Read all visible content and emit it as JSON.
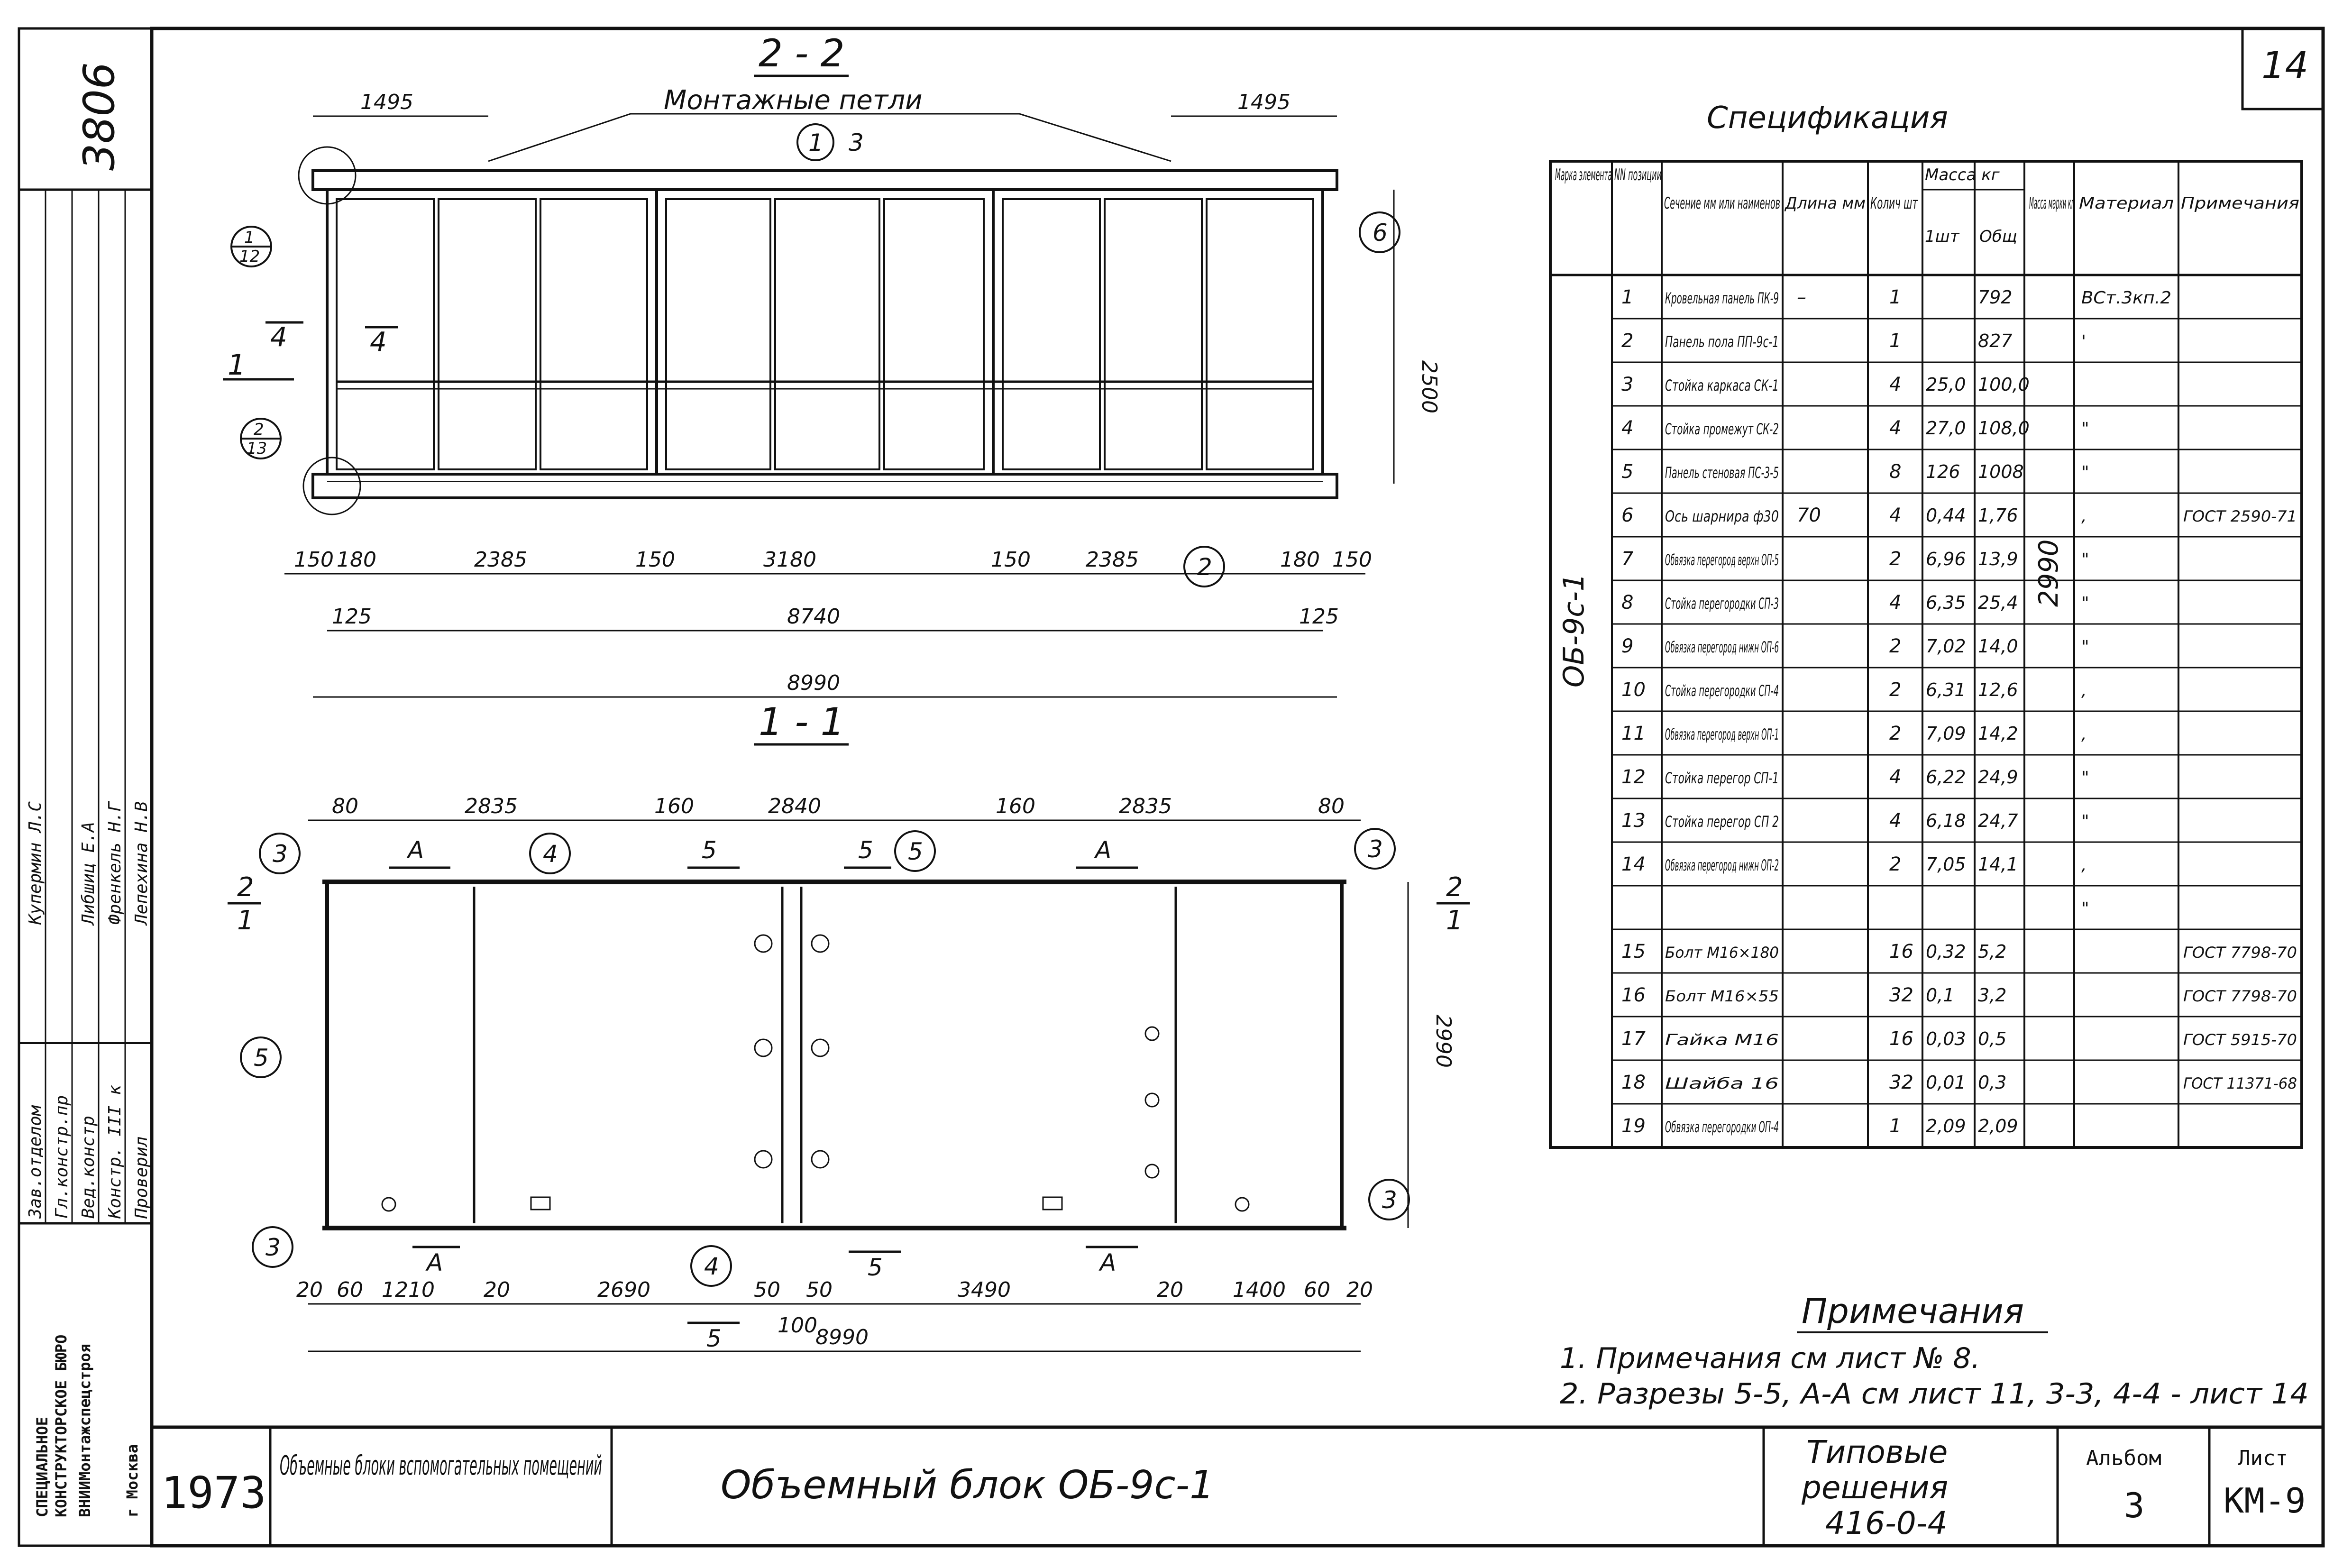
{
  "sheet_no": "14",
  "archive_no": "3806",
  "spec": {
    "title": "Спецификация",
    "headers": {
      "mark": "Марка элемента",
      "pos": "NN позиции",
      "section": "Сечение мм или наименов",
      "length": "Длина мм",
      "qty": "Колич шт",
      "mass": "Масса кг",
      "mass_one": "1шт",
      "mass_total": "Общ",
      "mass_mark": "Масса марки кг",
      "material": "Материал",
      "note": "Примечания"
    },
    "group_mark": "ОБ-9с-1",
    "group_mass": "2990",
    "rows": [
      {
        "pos": "1",
        "name": "Кровельная панель ПК-9",
        "len": "–",
        "qty": "1",
        "one": "",
        "total": "792",
        "mat": "ВСт.3кп.2",
        "note": ""
      },
      {
        "pos": "2",
        "name": "Панель пола ПП-9с-1",
        "len": "",
        "qty": "1",
        "one": "",
        "total": "827",
        "mat": "'",
        "note": ""
      },
      {
        "pos": "3",
        "name": "Стойка каркаса СК-1",
        "len": "",
        "qty": "4",
        "one": "25,0",
        "total": "100,0",
        "mat": "",
        "note": ""
      },
      {
        "pos": "4",
        "name": "Стойка промежут СК-2",
        "len": "",
        "qty": "4",
        "one": "27,0",
        "total": "108,0",
        "mat": "\"",
        "note": ""
      },
      {
        "pos": "5",
        "name": "Панель стеновая ПС-3-5",
        "len": "",
        "qty": "8",
        "one": "126",
        "total": "1008",
        "mat": "\"",
        "note": ""
      },
      {
        "pos": "6",
        "name": "Ось шарнира ф30",
        "len": "70",
        "qty": "4",
        "one": "0,44",
        "total": "1,76",
        "mat": ",",
        "note": "ГОСТ 2590-71"
      },
      {
        "pos": "7",
        "name": "Обвязка перегород верхн ОП-5",
        "len": "",
        "qty": "2",
        "one": "6,96",
        "total": "13,9",
        "mat": "\"",
        "note": ""
      },
      {
        "pos": "8",
        "name": "Стойка перегородки СП-3",
        "len": "",
        "qty": "4",
        "one": "6,35",
        "total": "25,4",
        "mat": "\"",
        "note": ""
      },
      {
        "pos": "9",
        "name": "Обвязка перегород нижн ОП-6",
        "len": "",
        "qty": "2",
        "one": "7,02",
        "total": "14,0",
        "mat": "\"",
        "note": ""
      },
      {
        "pos": "10",
        "name": "Стойка перегородки СП-4",
        "len": "",
        "qty": "2",
        "one": "6,31",
        "total": "12,6",
        "mat": ",",
        "note": ""
      },
      {
        "pos": "11",
        "name": "Обвязка перегород верхн ОП-1",
        "len": "",
        "qty": "2",
        "one": "7,09",
        "total": "14,2",
        "mat": ",",
        "note": ""
      },
      {
        "pos": "12",
        "name": "Стойка перегор СП-1",
        "len": "",
        "qty": "4",
        "one": "6,22",
        "total": "24,9",
        "mat": "\"",
        "note": ""
      },
      {
        "pos": "13",
        "name": "Стойка перегор СП 2",
        "len": "",
        "qty": "4",
        "one": "6,18",
        "total": "24,7",
        "mat": "\"",
        "note": ""
      },
      {
        "pos": "14",
        "name": "Обвязка перегород нижн ОП-2",
        "len": "",
        "qty": "2",
        "one": "7,05",
        "total": "14,1",
        "mat": ",",
        "note": ""
      },
      {
        "pos": "",
        "name": "",
        "len": "",
        "qty": "",
        "one": "",
        "total": "",
        "mat": "\"",
        "note": ""
      },
      {
        "pos": "15",
        "name": "Болт М16×180",
        "len": "",
        "qty": "16",
        "one": "0,32",
        "total": "5,2",
        "mat": "",
        "note": "ГОСТ 7798-70"
      },
      {
        "pos": "16",
        "name": "Болт М16×55",
        "len": "",
        "qty": "32",
        "one": "0,1",
        "total": "3,2",
        "mat": "",
        "note": "ГОСТ 7798-70"
      },
      {
        "pos": "17",
        "name": "Гайка М16",
        "len": "",
        "qty": "16",
        "one": "0,03",
        "total": "0,5",
        "mat": "",
        "note": "ГОСТ 5915-70"
      },
      {
        "pos": "18",
        "name": "Шайба 16",
        "len": "",
        "qty": "32",
        "one": "0,01",
        "total": "0,3",
        "mat": "",
        "note": "ГОСТ 11371-68"
      },
      {
        "pos": "19",
        "name": "Обвязка перегородки ОП-4",
        "len": "",
        "qty": "1",
        "one": "2,09",
        "total": "2,09",
        "mat": "",
        "note": ""
      }
    ]
  },
  "notes": {
    "title": "Примечания",
    "items": [
      "1. Примечания см лист № 8.",
      "2. Разрезы 5-5, А-А см лист 11, 3-3, 4-4 - лист 14"
    ]
  },
  "section22": {
    "title": "2 - 2",
    "subtitle": "Монтажные петли",
    "dims": {
      "d1495": "1495",
      "d2500": "2500",
      "d150": "150",
      "d180": "180",
      "d2385": "2385",
      "d3180": "3180",
      "d125": "125",
      "d8740": "8740",
      "d8990": "8990"
    },
    "marks": {
      "m3": "3",
      "m4": "4",
      "m1": "1",
      "m12": "12",
      "m2": "2",
      "m13": "13",
      "m6": "6"
    }
  },
  "section11": {
    "title": "1 - 1",
    "dims": {
      "d80": "80",
      "d2835": "2835",
      "d160": "160",
      "d2840": "2840",
      "d2990": "2990",
      "d20": "20",
      "d60": "60",
      "d1210": "1210",
      "d2690": "2690",
      "d50": "50",
      "d3490": "3490",
      "d1400": "1400",
      "d100": "100",
      "d8990": "8990"
    },
    "marks": {
      "A": "А",
      "m5": "5",
      "m3": "3",
      "m4": "4",
      "m2": "2",
      "m1": "1"
    }
  },
  "left_block": {
    "org": [
      "СПЕЦИАЛЬНОЕ",
      "КОНСТРУКТОРСКОЕ БЮРО",
      "ВНИИМонтажспецстроя",
      "г Москва"
    ],
    "roles": [
      "Зав.отделом",
      "Гл.констр.пр",
      "Вед.констр",
      "Констр. III к",
      "Проверил"
    ],
    "names": [
      "Купермин Л.С",
      "",
      "Либшиц Е.А",
      "Френкель Н.Г",
      "Лепехина Н.В"
    ]
  },
  "title_block": {
    "year": "1973",
    "series": "Объемные блоки вспомогательных помещений",
    "title": "Объемный блок ОБ-9с-1",
    "solution": [
      "Типовые",
      "решения",
      "416-0-4"
    ],
    "album_label": "Альбом",
    "album": "3",
    "sheet_label": "Лист",
    "sheet": "КМ-9"
  }
}
